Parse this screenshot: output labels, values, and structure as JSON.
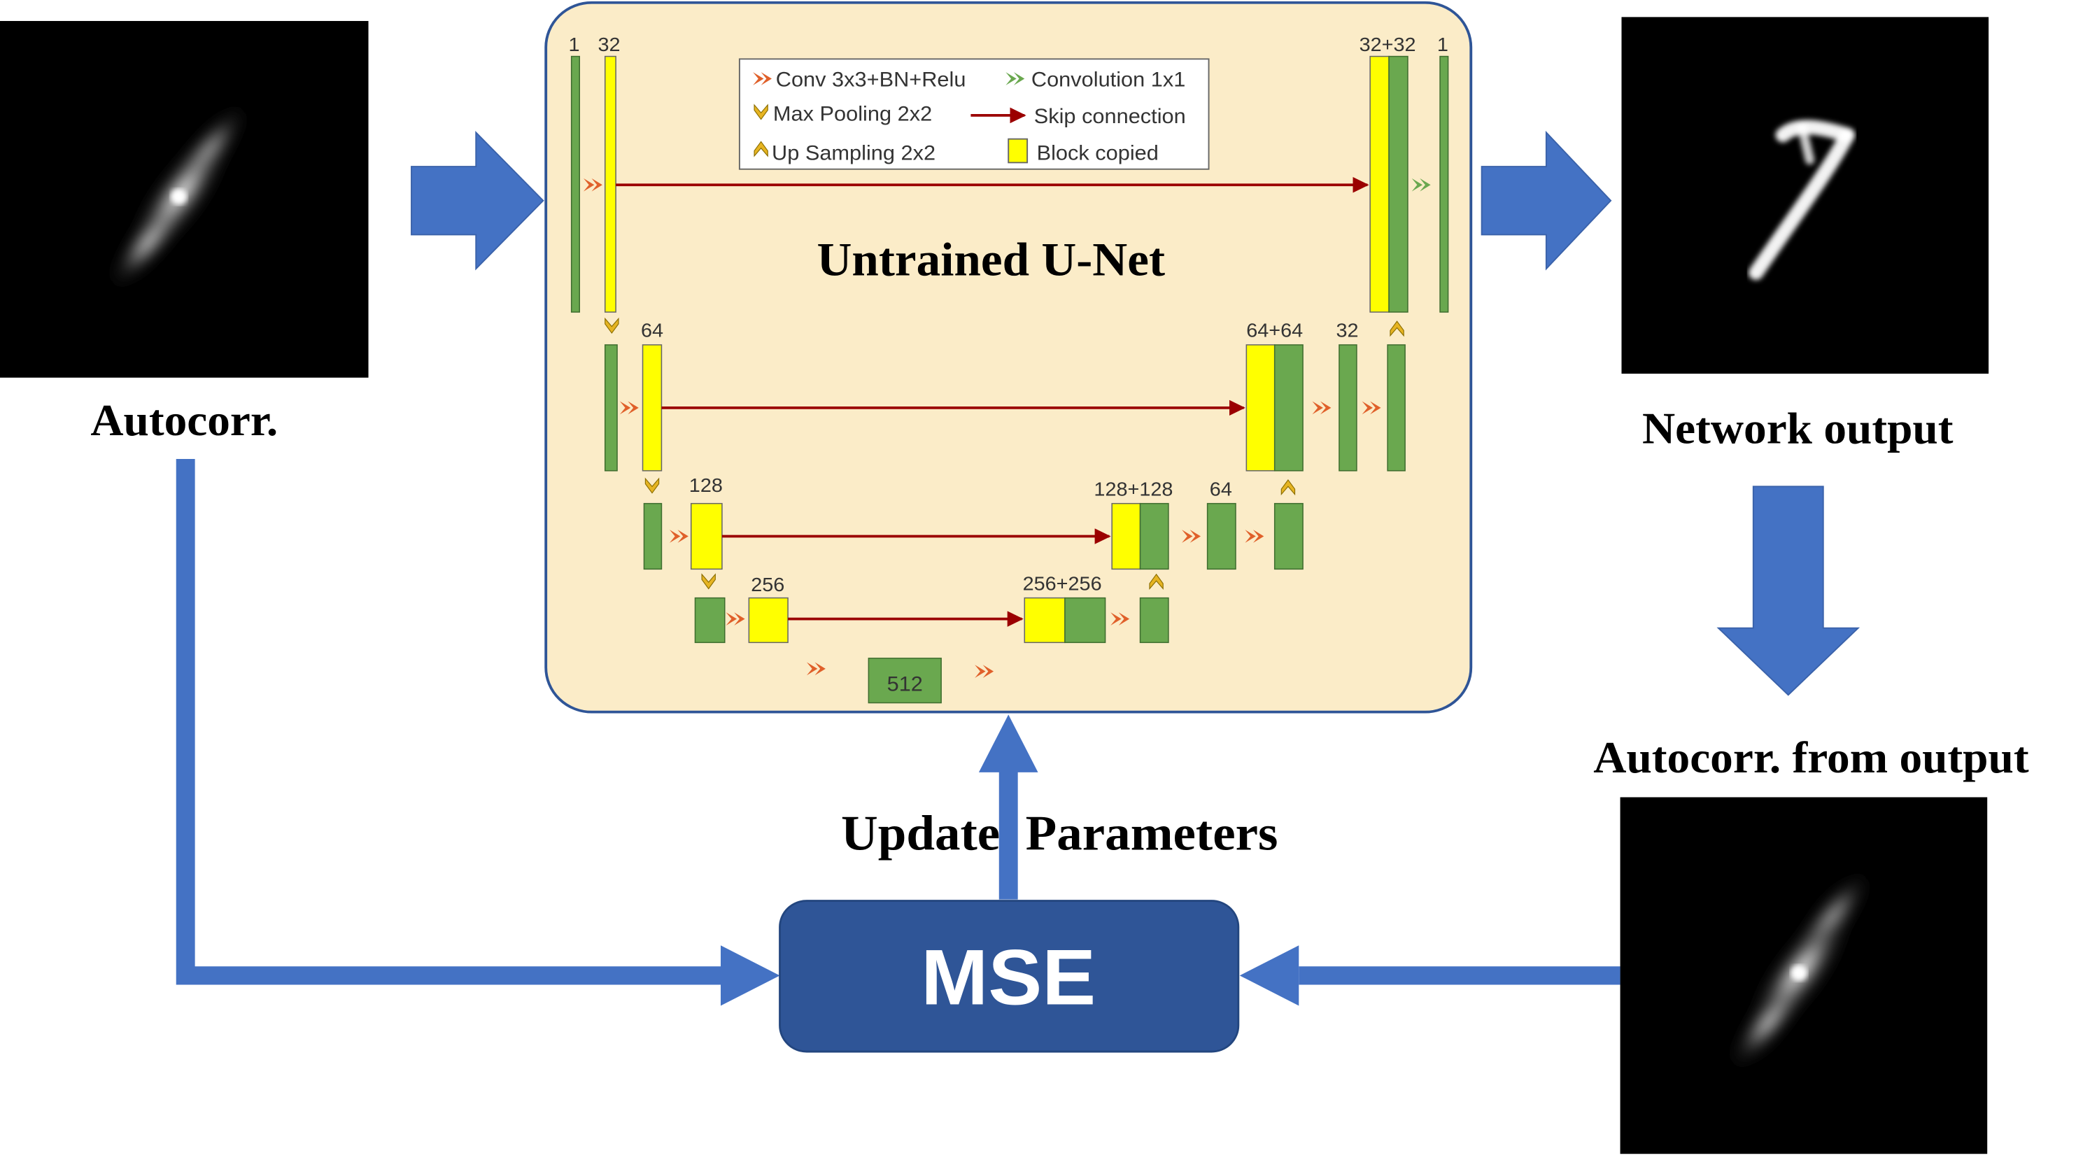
{
  "labels": {
    "input_caption": "Autocorr.",
    "output_caption": "Network output",
    "output_autocorr_caption": "Autocorr. from output",
    "update_caption": "Update  Parameters",
    "mse": "MSE",
    "unet_title": "Untrained U-Net"
  },
  "legend": {
    "conv": "Conv 3x3+BN+Relu",
    "conv1x1": "Convolution 1x1",
    "maxpool": "Max Pooling 2x2",
    "skip": "Skip connection",
    "upsample": "Up Sampling 2x2",
    "copied": "Block copied"
  },
  "unet_labels": {
    "l0_in": "1",
    "l0_a": "32",
    "l0_cat": "32+32",
    "l0_out": "1",
    "l1_a": "64",
    "l1_cat": "64+64",
    "l1_b": "32",
    "l2_a": "128",
    "l2_cat": "128+128",
    "l2_b": "64",
    "l3_a": "256",
    "l3_cat": "256+256",
    "bottom": "512"
  },
  "colors": {
    "arrow_blue": "#4472c4",
    "mse_box": "#2f5597",
    "unet_bg": "#fbecc8",
    "unet_border": "#2f5597",
    "block_green": "#6aa84f",
    "block_yellow": "#ffff00",
    "skip_red": "#9b0000",
    "conv_orange": "#e0602a",
    "pool_gold": "#e6b422"
  },
  "icons": {
    "conv": "orange-chevron-right-icon",
    "conv1x1": "green-chevron-right-icon",
    "maxpool": "gold-chevron-down-icon",
    "upsample": "gold-chevron-up-icon",
    "copied": "yellow-square-icon"
  }
}
